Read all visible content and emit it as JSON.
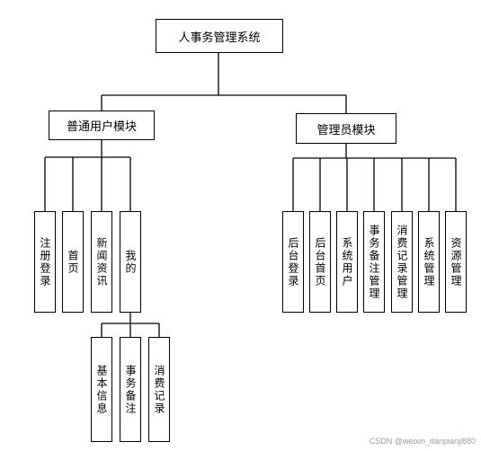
{
  "root": "人事务管理系统",
  "modules": [
    {
      "name": "普通用户模块",
      "children": [
        "注册登录",
        "首页",
        "新闻资讯",
        "我的"
      ],
      "mine_children": [
        "基本信息",
        "事务备注",
        "消费记录"
      ]
    },
    {
      "name": "管理员模块",
      "children": [
        "后台登录",
        "后台首页",
        "系统用户",
        "事务备注管理",
        "消费记录管理",
        "系统管理",
        "资源管理"
      ]
    }
  ],
  "watermark": "CSDN @weixin_danpianji880"
}
